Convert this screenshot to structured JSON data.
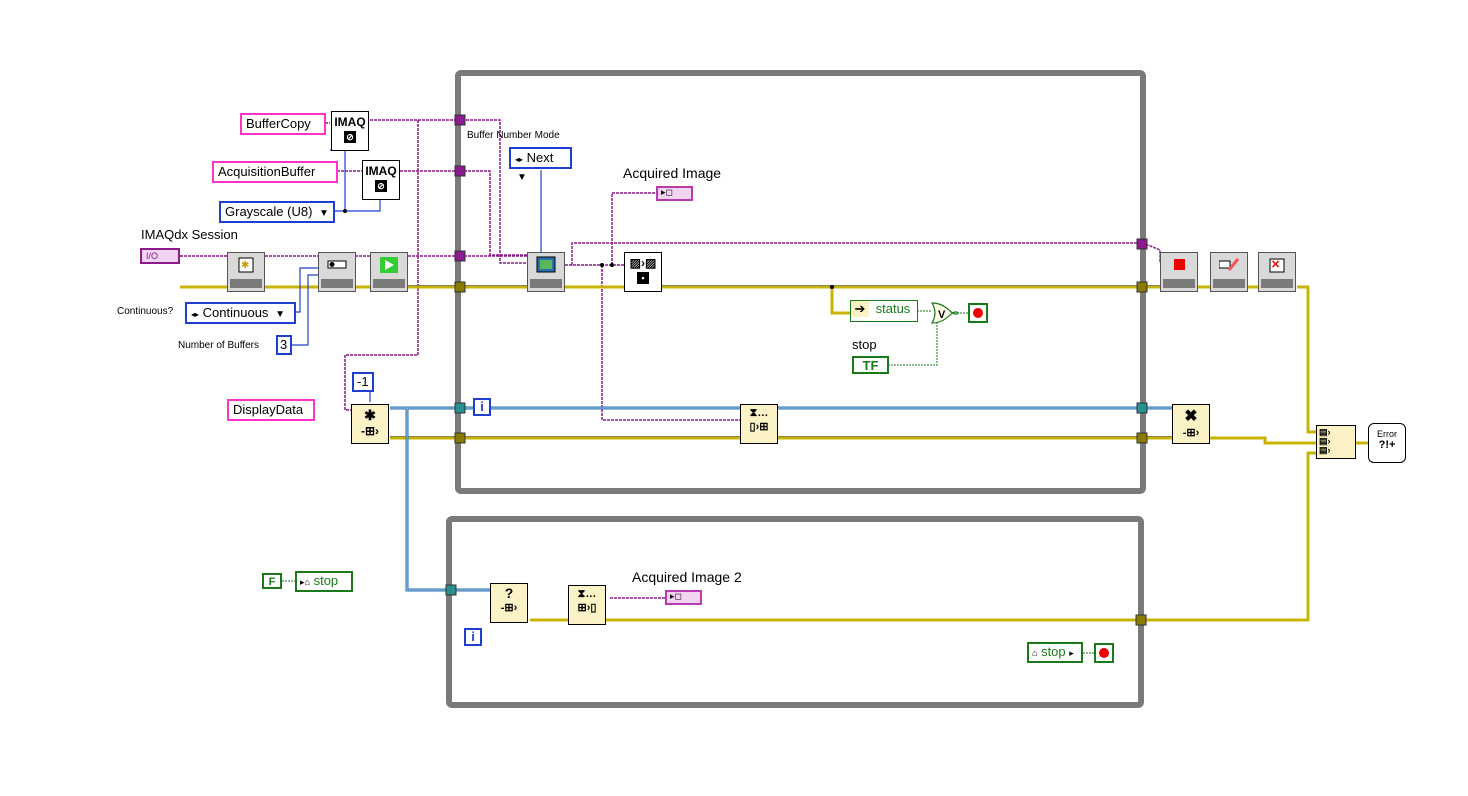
{
  "controls": {
    "buffer_copy": "BufferCopy",
    "acquisition_buffer": "AcquisitionBuffer",
    "image_type": "Grayscale (U8)",
    "session_label": "IMAQdx Session",
    "session_value": "I/O",
    "continuous_label": "Continuous?",
    "continuous_value": "Continuous",
    "num_buffers_label": "Number of Buffers",
    "num_buffers_value": "3",
    "display_data": "DisplayData",
    "buffer_mode_label": "Buffer Number Mode",
    "buffer_mode_value": "Next",
    "minus_one": "-1",
    "stop_label": "stop",
    "stop_tf": "TF",
    "false_const": "F",
    "local_stop": "stop",
    "local_stop_2": "stop"
  },
  "indicators": {
    "acquired_image": "Acquired Image",
    "acquired_image_2": "Acquired Image 2",
    "status": "status"
  },
  "nodes": {
    "imaq_text": "IMAQ",
    "or_symbol": "V",
    "iteration": "i",
    "error_text": "Error"
  },
  "colors": {
    "loop_border": "#7a7a7a",
    "error_wire": "#c8b400",
    "refnum_wire": "#8b1a8b",
    "queue_wire": "#2a6fb0",
    "bool_wire": "#1a7a1a",
    "pink_control": "#ff33cc",
    "blue_control": "#1e3fd0"
  }
}
